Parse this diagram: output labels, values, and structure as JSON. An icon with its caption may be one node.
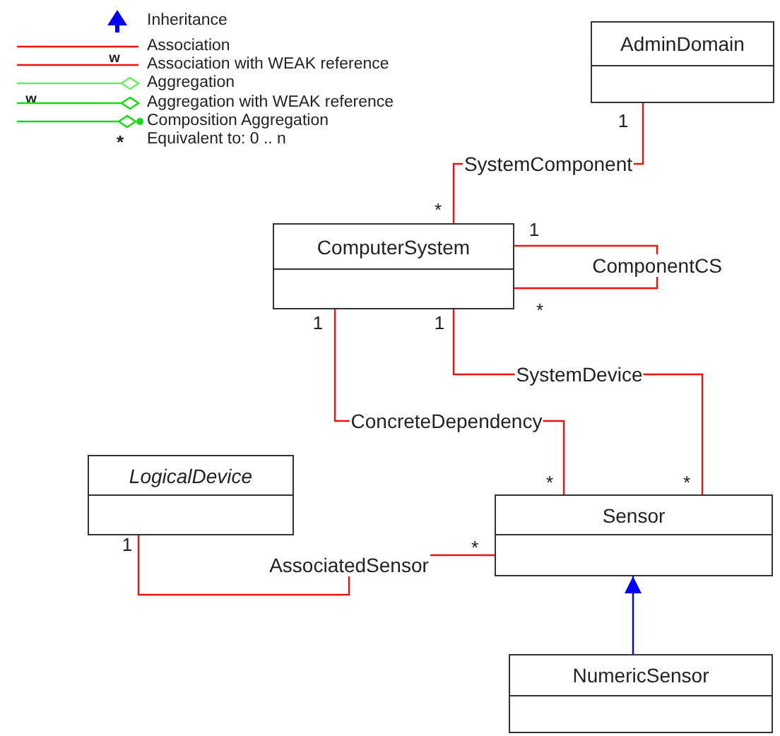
{
  "diagram": {
    "nodes": [
      {
        "text": [
          "AdminDomain"
        ]
      },
      {
        "text": [
          "ComputerSystem"
        ]
      },
      {
        "text": [
          "LogicalDevice"
        ]
      },
      {
        "text": [
          "Sensor"
        ]
      },
      {
        "text": [
          "NumericSensor"
        ]
      }
    ],
    "edges": [
      {
        "from": 0,
        "to": 1,
        "arrow": "none",
        "label": "SystemComponent"
      },
      {
        "from": 1,
        "to": 1,
        "arrow": "none",
        "label": "ComponentCS"
      },
      {
        "from": 1,
        "to": 3,
        "arrow": "none",
        "label": "SystemDevice"
      },
      {
        "from": 1,
        "to": 3,
        "arrow": "none",
        "label": "ConcreteDependency"
      },
      {
        "from": 2,
        "to": 3,
        "arrow": "none",
        "label": "AssociatedSensor"
      },
      {
        "from": 4,
        "to": 3,
        "arrow": "to",
        "color": "#0000ff"
      }
    ],
    "labels": [
      "w",
      "w",
      "*",
      "1",
      "*",
      "1",
      "*",
      "1",
      "1",
      "*",
      "*",
      "1",
      "*"
    ],
    "legend": [
      {
        "text": "Inheritance"
      },
      {
        "text": "Association"
      },
      {
        "text": "Association with WEAK reference"
      },
      {
        "text": "Aggregation"
      },
      {
        "text": "Aggregation with WEAK reference"
      },
      {
        "text": "Composition Aggregation"
      },
      {
        "text": "Equivalent to:  0 .. n"
      }
    ]
  }
}
